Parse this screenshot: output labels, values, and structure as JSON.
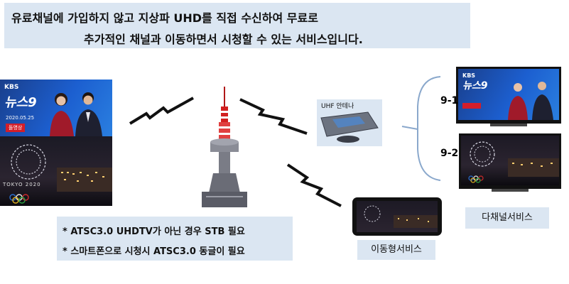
{
  "intro": {
    "line1": "유료채널에 가입하지 않고 지상파 UHD를 직접 수신하여 무료로",
    "line2": "추가적인 채널과 이동하면서 시청할 수 있는 서비스입니다."
  },
  "broadcast": {
    "kbs_logo": "KBS",
    "news_logo": "뉴스9",
    "date": "2020.05.25",
    "badge": "돌영상",
    "olympic_text": "TOKYO 2020"
  },
  "antenna": {
    "label": "UHF 안테나"
  },
  "channels": {
    "ch1": "9-1",
    "ch2": "9-2"
  },
  "services": {
    "mobile": "이동형서비스",
    "multichannel": "다채널서비스"
  },
  "notes": {
    "note1": "* ATSC3.0 UHDTV가 아닌 경우 STB 필요",
    "note2": "* 스마트폰으로 시청시  ATSC3.0 동글이 필요"
  },
  "colors": {
    "panel_bg": "#dbe6f2",
    "tower_red": "#d21f1f",
    "news_blue": "#1c5fd0",
    "badge_red": "#d31e2a"
  }
}
